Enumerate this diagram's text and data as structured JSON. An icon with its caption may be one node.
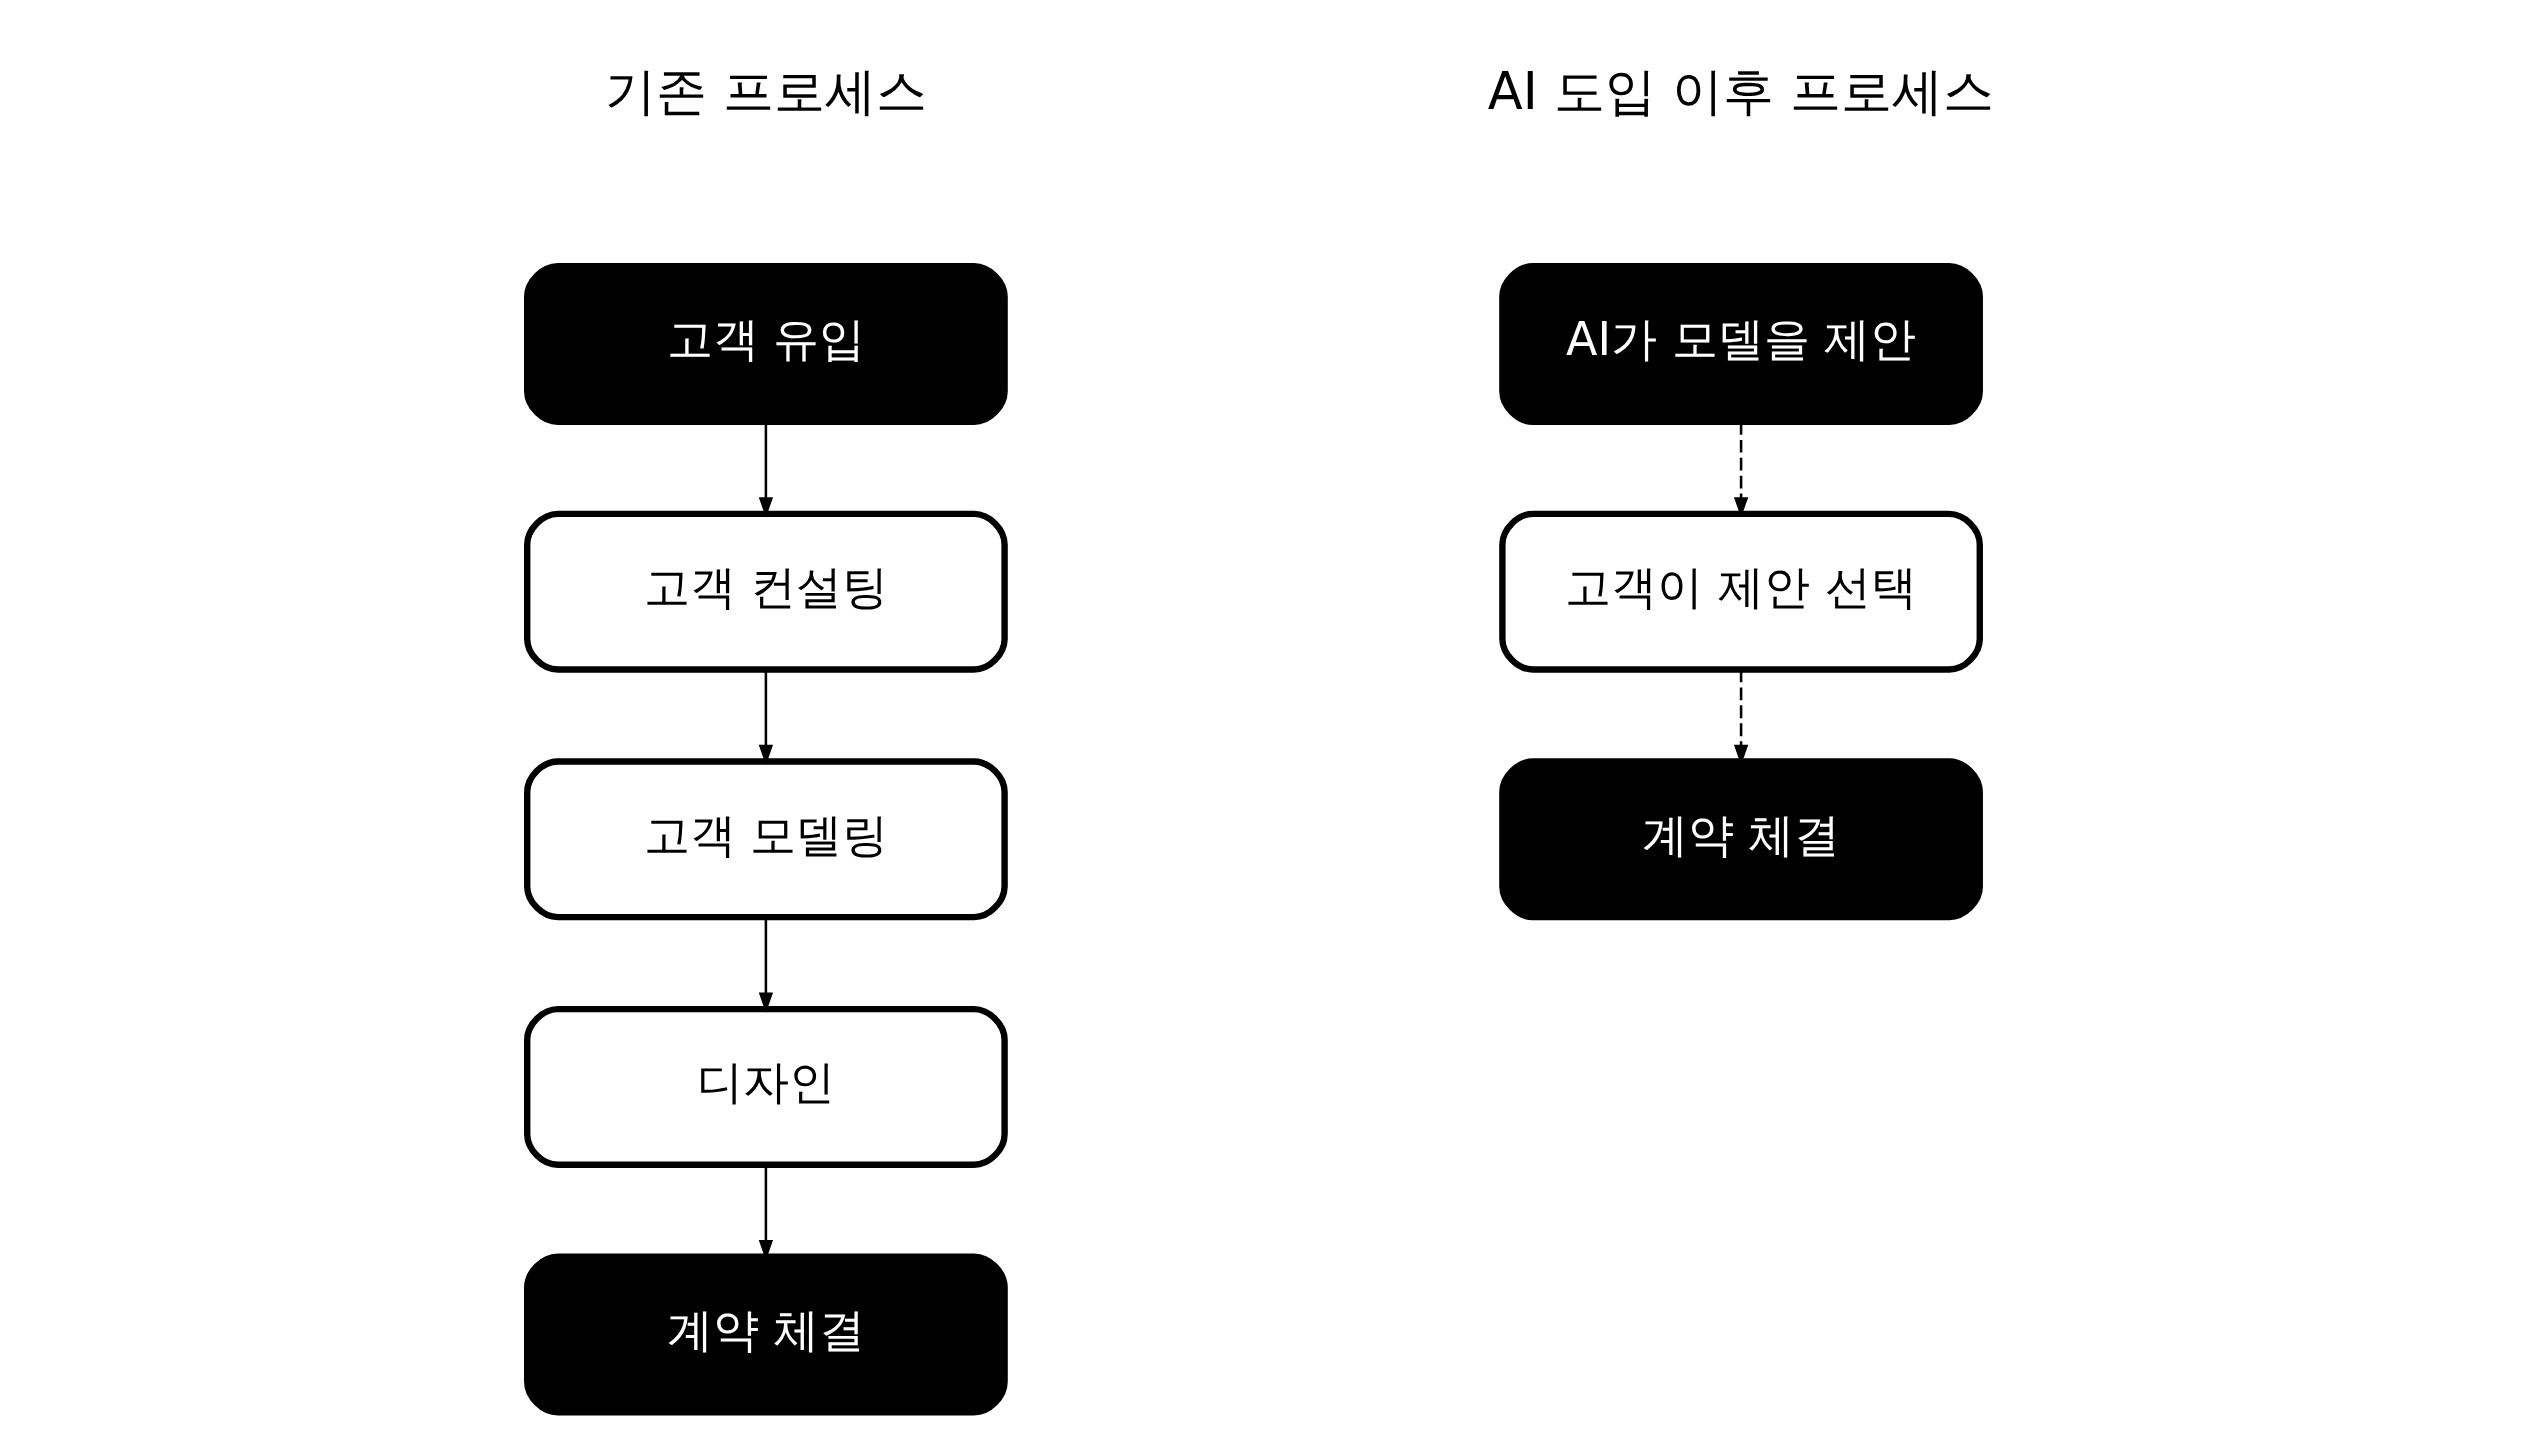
{
  "diagram": {
    "nodes": [
      {
        "text": [
          "고객 유입"
        ]
      },
      {
        "text": [
          "고객 컨설팅"
        ]
      },
      {
        "text": [
          "고객 모델링"
        ]
      },
      {
        "text": [
          "디자인"
        ]
      },
      {
        "text": [
          "계약 체결"
        ]
      },
      {
        "text": [
          "AI가 모델을 제안"
        ]
      },
      {
        "text": [
          "고객이 제안 선택"
        ]
      },
      {
        "text": [
          "계약 체결"
        ]
      }
    ],
    "edges": [
      {
        "from": 0,
        "to": 1,
        "arrow": "to"
      },
      {
        "from": 1,
        "to": 2,
        "arrow": "to"
      },
      {
        "from": 2,
        "to": 3,
        "arrow": "to"
      },
      {
        "from": 3,
        "to": 4,
        "arrow": "to"
      },
      {
        "from": 5,
        "to": 6,
        "arrow": "to",
        "style": "dashed"
      },
      {
        "from": 6,
        "to": 7,
        "arrow": "to",
        "style": "dashed"
      }
    ],
    "labels": [
      "기존 프로세스",
      "AI 도입 이후 프로세스"
    ]
  }
}
